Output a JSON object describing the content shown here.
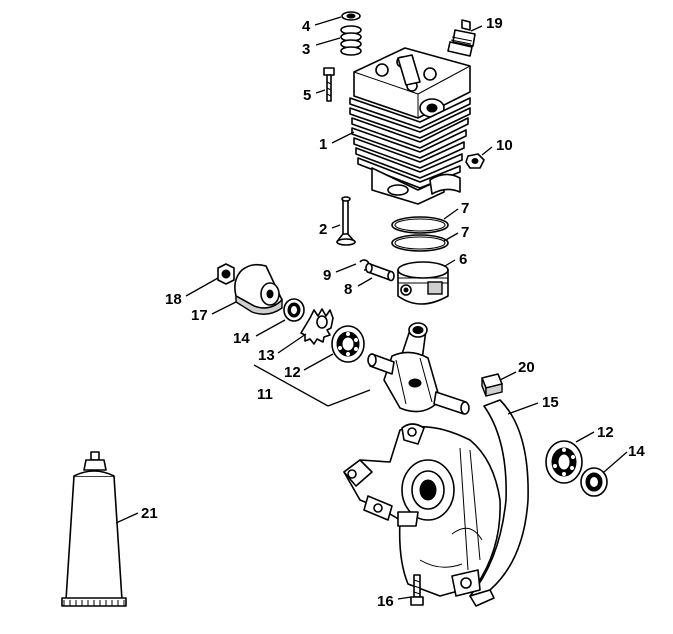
{
  "callouts": {
    "c1": "1",
    "c2": "2",
    "c3": "3",
    "c4": "4",
    "c5": "5",
    "c6": "6",
    "c7a": "7",
    "c7b": "7",
    "c8": "8",
    "c9": "9",
    "c10": "10",
    "c11": "11",
    "c12a": "12",
    "c12b": "12",
    "c13": "13",
    "c14a": "14",
    "c14b": "14",
    "c15": "15",
    "c16": "16",
    "c17": "17",
    "c18": "18",
    "c19": "19",
    "c20": "20",
    "c21": "21"
  }
}
